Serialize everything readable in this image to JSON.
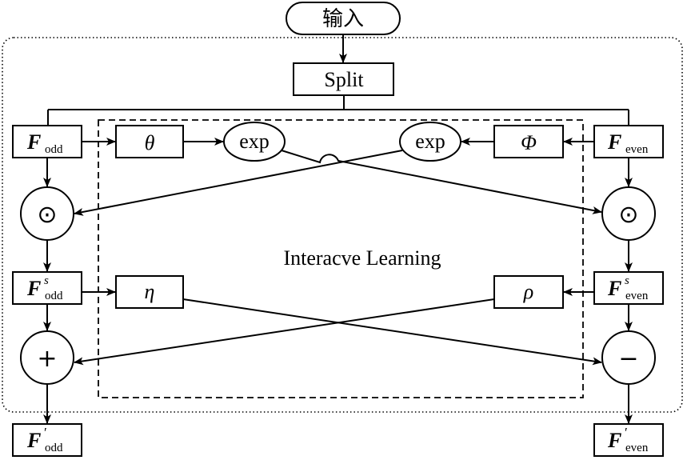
{
  "input_label": "输入",
  "split_label": "Split",
  "center_label": "Interacve Learning",
  "nodes": {
    "f_odd": {
      "main": "F",
      "sub": "odd"
    },
    "f_even": {
      "main": "F",
      "sub": "even"
    },
    "theta": "θ",
    "phi": "Φ",
    "exp_left": "exp",
    "exp_right": "exp",
    "mult_left": "⊙",
    "mult_right": "⊙",
    "fs_odd": {
      "main": "F",
      "sup": "s",
      "sub": "odd"
    },
    "fs_even": {
      "main": "F",
      "sup": "s",
      "sub": "even"
    },
    "eta": "η",
    "rho": "ρ",
    "plus": "+",
    "minus": "−",
    "fp_odd": {
      "main": "F",
      "sup": "′",
      "sub": "odd"
    },
    "fp_even": {
      "main": "F",
      "sup": "′",
      "sub": "even"
    }
  }
}
